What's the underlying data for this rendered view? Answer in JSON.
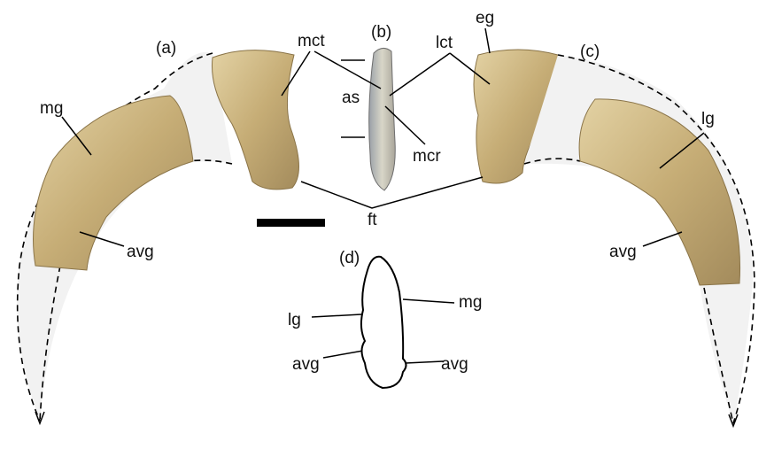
{
  "panels": {
    "a": "(a)",
    "b": "(b)",
    "c": "(c)",
    "d": "(d)"
  },
  "labels": {
    "mct": "mct",
    "lct": "lct",
    "eg": "eg",
    "mg_a": "mg",
    "lg_c": "lg",
    "as": "as",
    "mcr": "mcr",
    "ft": "ft",
    "avg_a": "avg",
    "avg_c": "avg",
    "mg_d": "mg",
    "lg_d": "lg",
    "avg_d_left": "avg",
    "avg_d_right": "avg"
  },
  "colors": {
    "bone": "#cdb682",
    "bone_dark": "#9c8456",
    "shade": "#f2f2f2",
    "line": "#000000"
  }
}
